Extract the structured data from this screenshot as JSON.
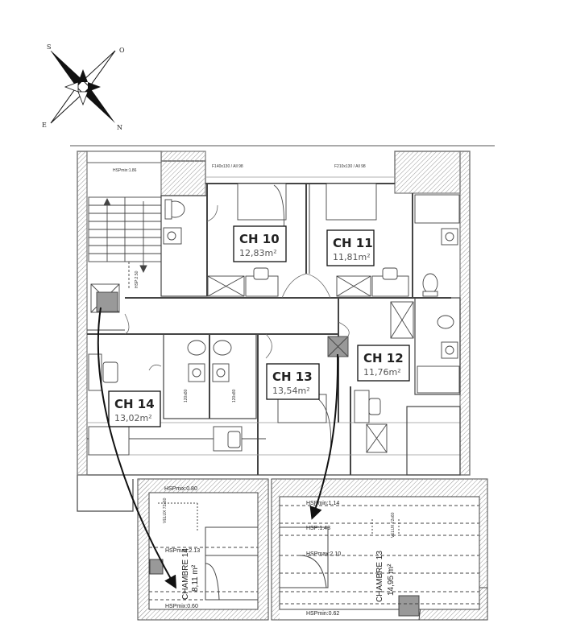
{
  "compass": {
    "north": "N",
    "south": "S",
    "east": "E",
    "west": "O"
  },
  "windows": {
    "w1": "F140x130 / All 98",
    "w2": "F210x130 / All 98"
  },
  "stair": {
    "hsp_min": "HSPmin:1.86",
    "hsp_side": "HSP:2.50"
  },
  "rooms": {
    "ch10": {
      "name": "CH 10",
      "area": "12,83m²"
    },
    "ch11": {
      "name": "CH 11",
      "area": "11,81m²"
    },
    "ch12": {
      "name": "CH 12",
      "area": "11,76m²"
    },
    "ch13": {
      "name": "CH 13",
      "area": "13,54m²"
    },
    "ch14": {
      "name": "CH 14",
      "area": "13,02m²"
    }
  },
  "fixtures": {
    "f1": "120x80",
    "f2": "120x80"
  },
  "detail14": {
    "hsp_top": "HSPmix:0.80",
    "hsp_mid": "HSPmax:2.13",
    "hsp_bot": "HSPmix:0.60",
    "label": "CHAMBRE 14",
    "area": "8,11 m²",
    "velux": "VELUX 72x60"
  },
  "detail13": {
    "hsp_top": "HSPmin:1.14",
    "hsp_mid": "HSP:1.43",
    "hsp_max": "HSPmax:2.10",
    "hsp_bot": "HSPmin:0.62",
    "label": "CHAMBRE 13",
    "area": "14,95 m²",
    "velux": "VELUX 72x60"
  }
}
